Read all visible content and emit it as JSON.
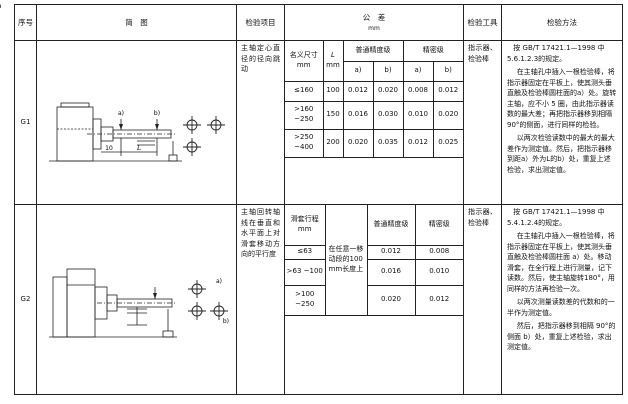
{
  "page_number": "2",
  "header": {
    "seq": "序号",
    "diagram": "简　图",
    "item": "检验项目",
    "tolerance": "公　差",
    "tolerance_unit": "mm",
    "tool": "检验工具",
    "method": "检验方法"
  },
  "rows": [
    {
      "id": "G1",
      "item": "主轴定心直径的径向跳动",
      "tol_headers": {
        "size": "名义尺寸",
        "size_unit": "mm",
        "L": "L",
        "L_unit": "mm",
        "normal": "普通精度级",
        "precise": "精密级",
        "a": "a)",
        "b": "b)"
      },
      "tol_rows": [
        {
          "size": "≤160",
          "L": "100",
          "na": "0.012",
          "nb": "0.020",
          "pa": "0.008",
          "pb": "0.012"
        },
        {
          "size": ">160 ~250",
          "L": "150",
          "na": "0.016",
          "nb": "0.030",
          "pa": "0.010",
          "pb": "0.020"
        },
        {
          "size": ">250 ~400",
          "L": "200",
          "na": "0.020",
          "nb": "0.035",
          "pa": "0.012",
          "pb": "0.025"
        }
      ],
      "tool": "指示器、检验棒",
      "method": [
        "按 GB/T 17421.1—1998 中5.6.1.2.3的规定。",
        "在主轴孔中插入一根检验棒，将指示器固定在平板上，使其测头垂直触及检验棒圆柱面的a）处。旋转主轴，应不小 5 圈，由此指示器读数的最大差；再把指示器移到相隔90°的侧面，进行同样的检验。",
        "以两次检验读数中的最大的最大差作为测定值。然后，把指示器移到距a）外为L的b）处，重复上述检验，求出测定值。"
      ],
      "sketch_labels": {
        "a": "a)",
        "b": "b)",
        "dim10": "10",
        "L": "L"
      }
    },
    {
      "id": "G2",
      "item": "主轴回转轴线在垂直和水平面上对滑套移动方向的平行度",
      "tol_headers": {
        "stroke": "滑套行程",
        "stroke_unit": "mm",
        "within": "在任意一移动段的100 mm长度上",
        "normal": "普通精度级",
        "precise": "精密级"
      },
      "tol_rows": [
        {
          "stroke": "≤63",
          "normal": "0.012",
          "precise": "0.008"
        },
        {
          "stroke": ">63 ~100",
          "normal": "0.016",
          "precise": "0.010"
        },
        {
          "stroke": ">100 ~250",
          "normal": "0.020",
          "precise": "0.012"
        }
      ],
      "tool": "指示器、检验棒",
      "method": [
        "按 GB/T 17421.1—1998 中5.4.1.2.4的规定。",
        "在主轴孔中插入一根检验棒，将指示器固定在平板上，使其测头垂直触及检验棒圆柱面 a）处。移动滑套，在全行程上进行测量，记下读数。然后，使主轴旋转180°，用同样的方法再检验一次。",
        "以两次测量读数差的代数和的一半作为测定值。",
        "然后，把指示器移到相隔 90°的侧面 b）处，重复上述检验，求出测定值。"
      ],
      "sketch_labels": {
        "a": "a)",
        "b": "b)"
      }
    }
  ]
}
